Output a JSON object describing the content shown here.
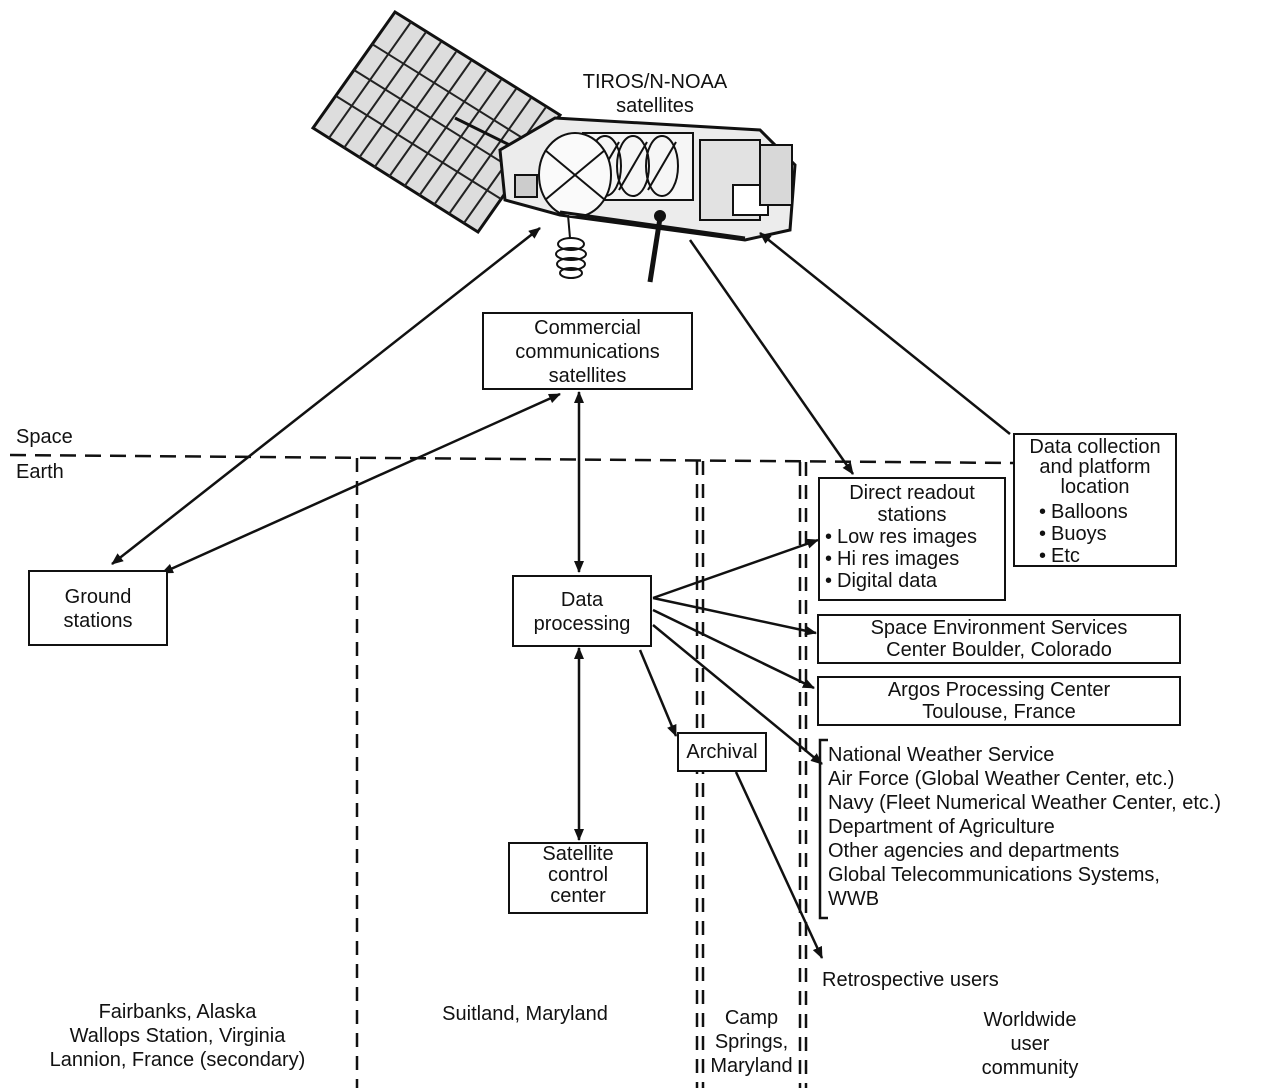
{
  "satellite": {
    "title": [
      "TIROS/N-NOAA",
      "satellites"
    ]
  },
  "regions": {
    "space": "Space",
    "earth": "Earth"
  },
  "boxes": {
    "commercial": [
      "Commercial",
      "communications",
      "satellites"
    ],
    "ground": [
      "Ground",
      "stations"
    ],
    "processing": [
      "Data",
      "processing"
    ],
    "control": [
      "Satellite",
      "control",
      "center"
    ],
    "archival": "Archival",
    "direct_readout": {
      "title": [
        "Direct readout",
        "stations"
      ],
      "items": [
        "Low res images",
        "Hi res images",
        "Digital data"
      ]
    },
    "data_collection": {
      "title": [
        "Data collection",
        "and platform",
        "location"
      ],
      "items": [
        "Balloons",
        "Buoys",
        "Etc"
      ]
    },
    "space_env": [
      "Space Environment Services",
      "Center Boulder, Colorado"
    ],
    "argos": [
      "Argos Processing Center",
      "Toulouse, France"
    ]
  },
  "agencies": [
    "National Weather Service",
    "Air Force (Global Weather Center, etc.)",
    "Navy (Fleet Numerical Weather Center, etc.)",
    "Department of Agriculture",
    "Other agencies and departments",
    "Global Telecommunications Systems,",
    "WWB"
  ],
  "retrospective": "Retrospective users",
  "locations": {
    "alaska": [
      "Fairbanks, Alaska",
      "Wallops Station, Virginia",
      "Lannion, France (secondary)"
    ],
    "suitland": "Suitland, Maryland",
    "camp": [
      "Camp",
      "Springs,",
      "Maryland"
    ],
    "worldwide": [
      "Worldwide",
      "user",
      "community"
    ]
  }
}
